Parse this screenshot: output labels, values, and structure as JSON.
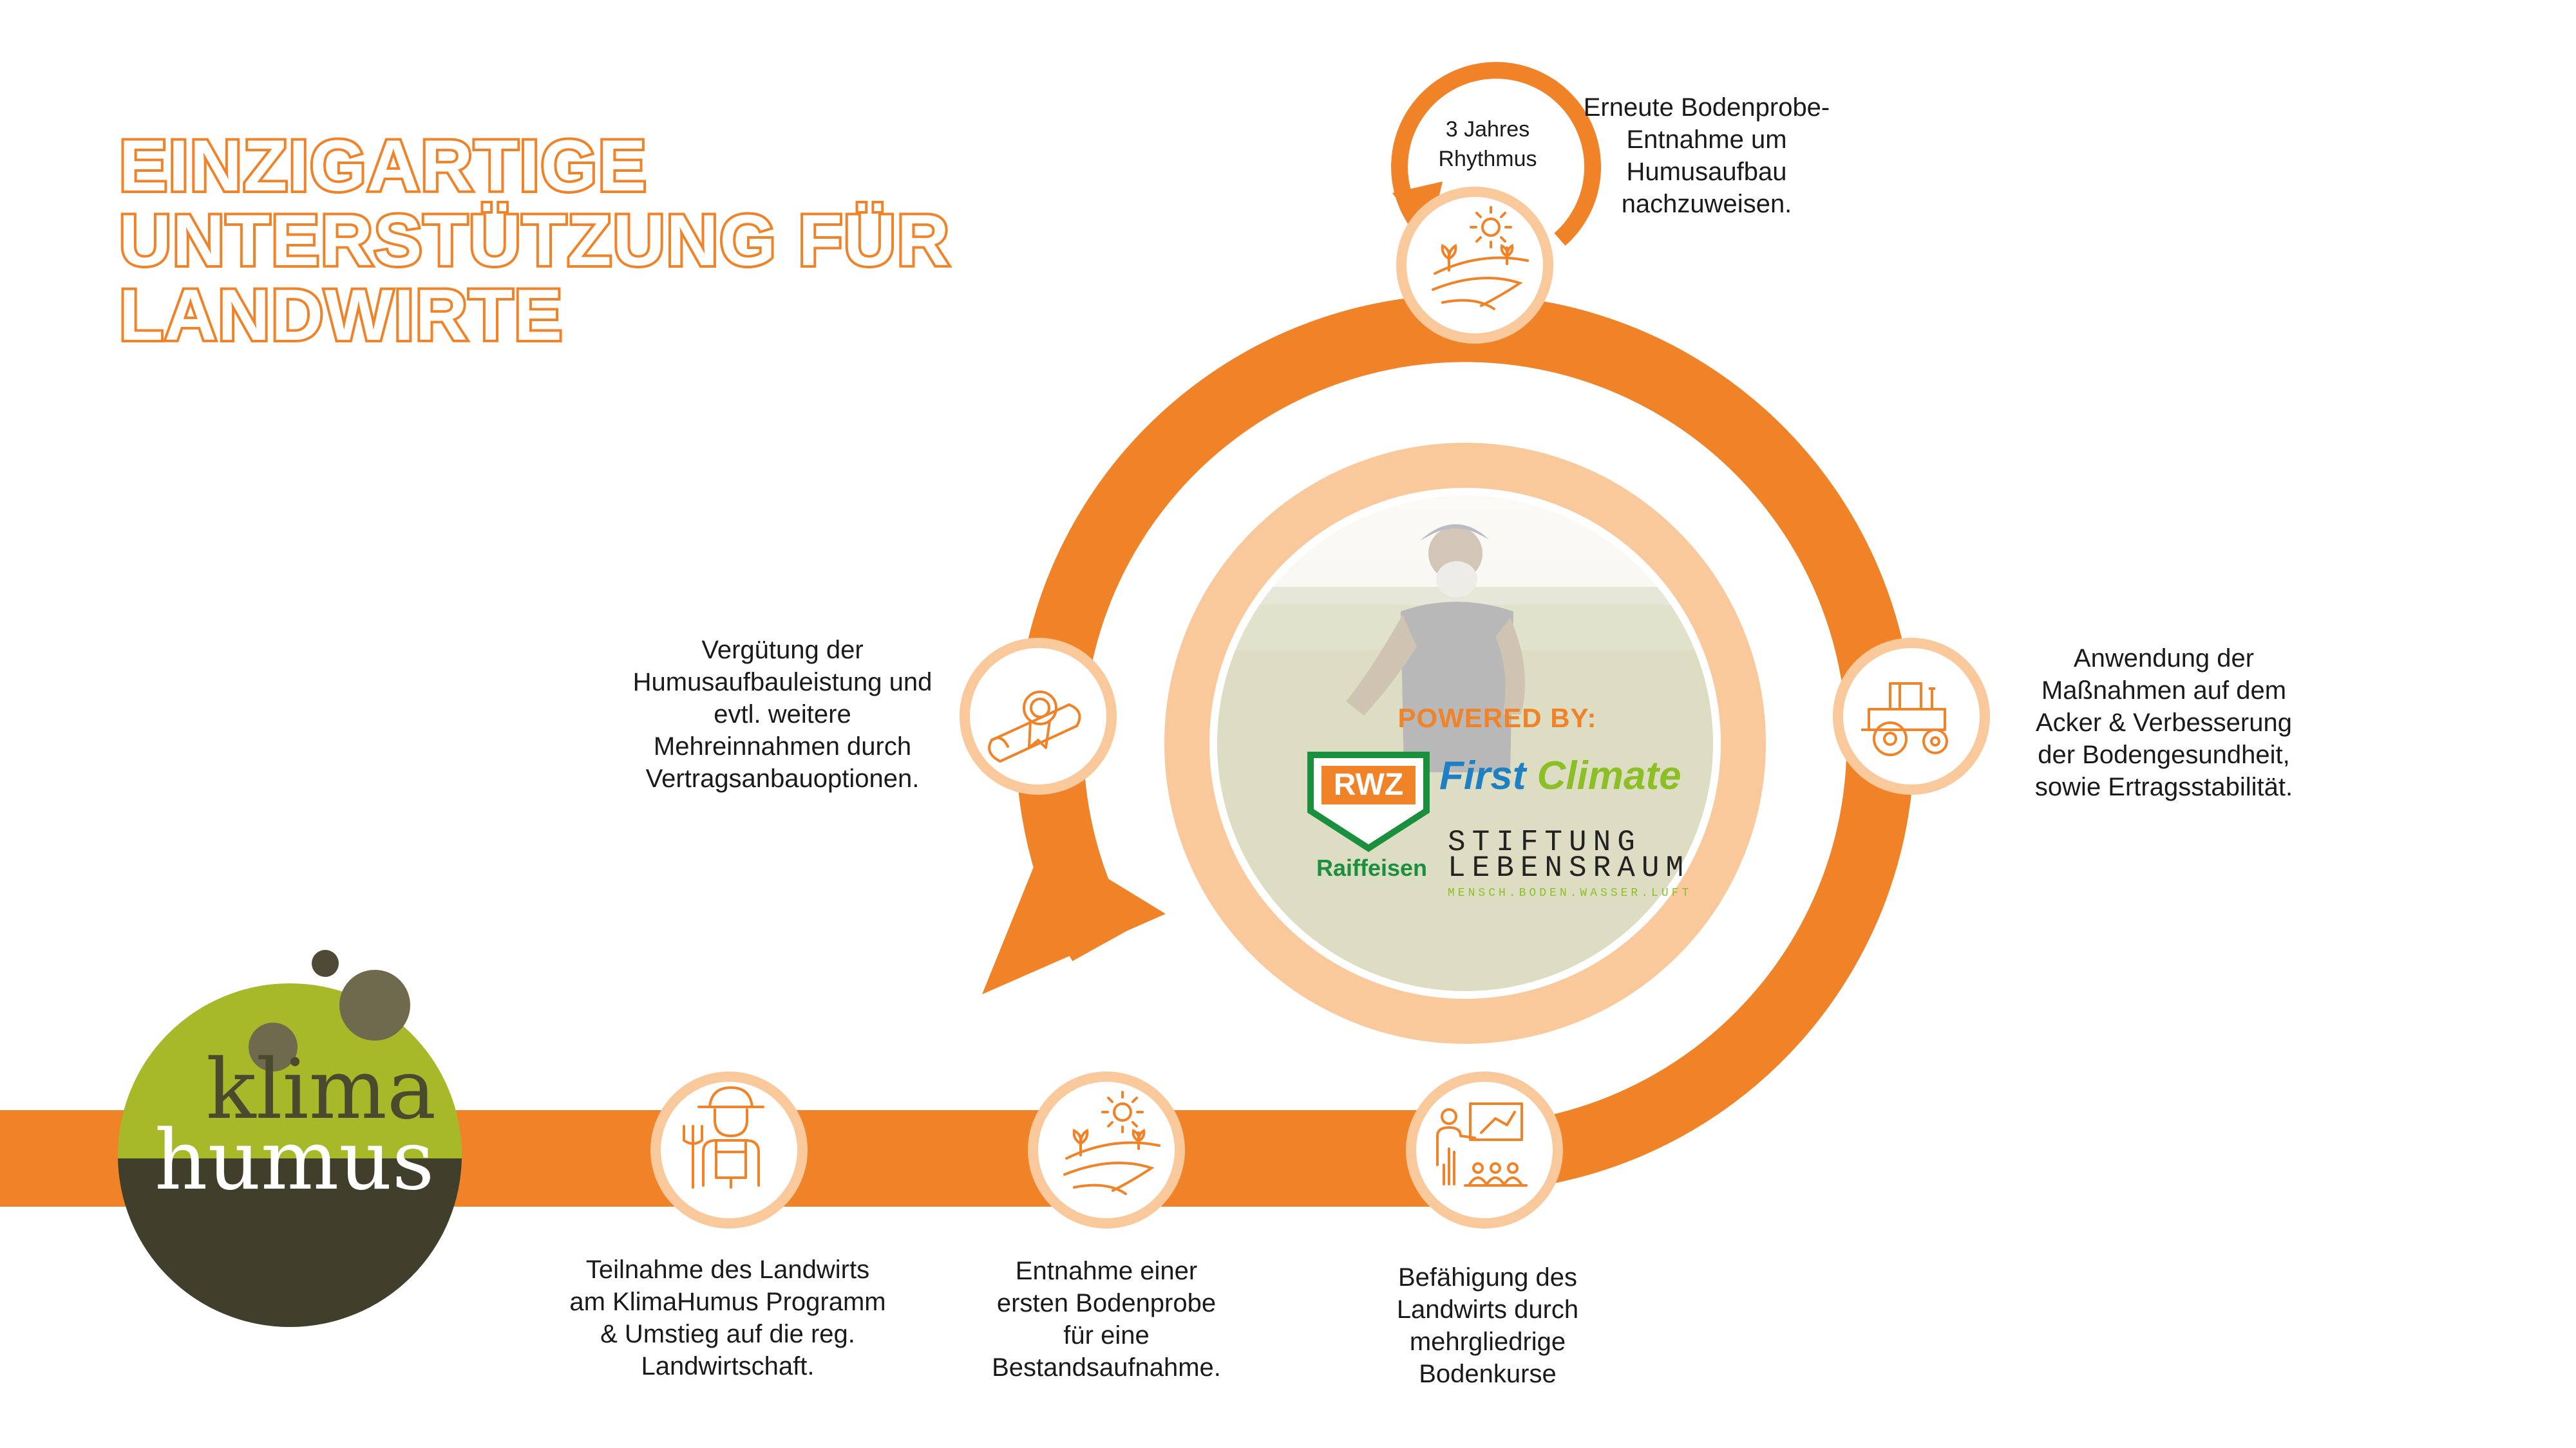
{
  "headline": {
    "lines": [
      "EINZIGARTIGE",
      "UNTERSTÜTZUNG FÜR",
      "LANDWIRTE"
    ]
  },
  "colors": {
    "primary_orange": "#f08228",
    "light_orange": "#f9c89b",
    "text": "#1a1a1a",
    "logo_green": "#a7b829",
    "logo_dark": "#3f3f2c",
    "logo_bubble": "#6f6a4e",
    "rwz_green": "#1a8f3e",
    "first_climate_blue": "#1e7fc3",
    "first_climate_green": "#8cbf26"
  },
  "cycle_badge": {
    "lines": [
      "3 Jahres",
      "Rhythmus"
    ]
  },
  "steps": [
    {
      "id": "retest",
      "icon": "field-sun-icon",
      "lines": [
        "Erneute Bodenprobe-",
        "Entnahme um",
        "Humusaufbau",
        "nachzuweisen."
      ]
    },
    {
      "id": "application",
      "icon": "tractor-icon",
      "lines": [
        "Anwendung der",
        "Maßnahmen auf dem",
        "Acker & Verbesserung",
        "der Bodengesundheit,",
        "sowie Ertragsstabilität."
      ]
    },
    {
      "id": "training",
      "icon": "teacher-board-icon",
      "lines": [
        "Befähigung des",
        "Landwirts durch",
        "mehrgliedrige",
        "Bodenkurse"
      ]
    },
    {
      "id": "first-sample",
      "icon": "field-sun-icon",
      "lines": [
        "Entnahme einer",
        "ersten Bodenprobe",
        "für eine",
        "Bestandsaufnahme."
      ]
    },
    {
      "id": "participation",
      "icon": "farmer-icon",
      "lines": [
        "Teilnahme des Landwirts",
        "am KlimaHumus Programm",
        "& Umstieg auf die reg.",
        "Landwirtschaft."
      ]
    },
    {
      "id": "compensation",
      "icon": "certificate-icon",
      "lines": [
        "Vergütung der",
        "Humusaufbauleistung und",
        "evtl. weitere",
        "Mehreinnahmen durch",
        "Vertragsanbauoptionen."
      ]
    }
  ],
  "center": {
    "photo": "farmer-in-wheat-field",
    "powered_by": "POWERED BY:",
    "partners": {
      "rwz_mark": "RWZ",
      "rwz_name": "Raiffeisen",
      "first_climate_a": "First",
      "first_climate_b": "Climate",
      "stiftung_line1": "STIFTUNG",
      "stiftung_line2": "LEBENSRAUM",
      "stiftung_tagline": "MENSCH.BODEN.WASSER.LUFT"
    }
  },
  "logo": {
    "top": "klima",
    "bottom": "humus"
  }
}
